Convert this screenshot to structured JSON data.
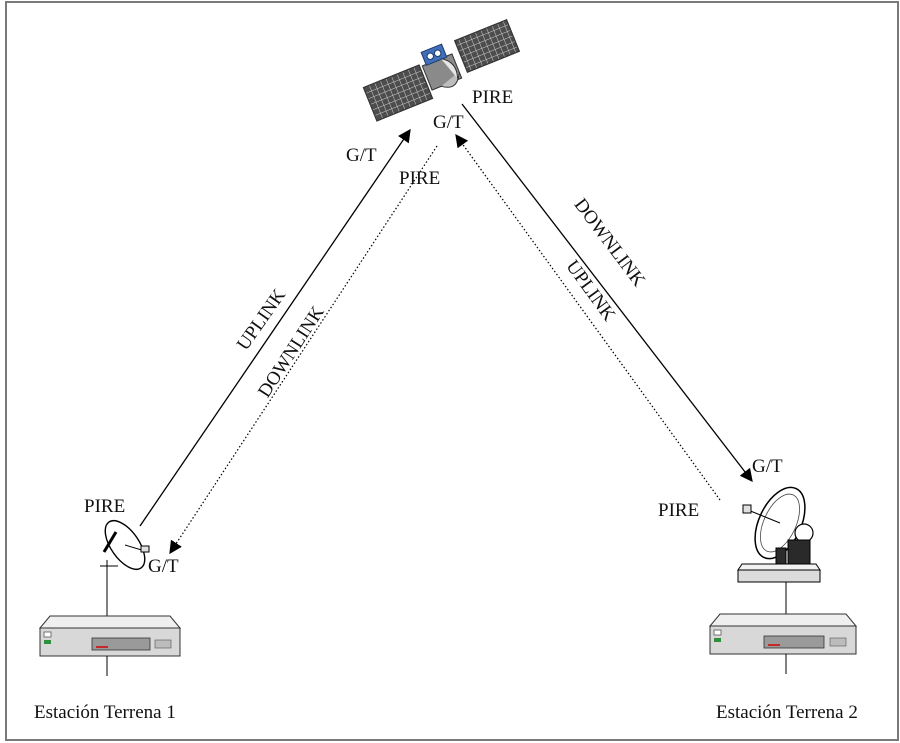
{
  "labels": {
    "satellite_pire": "PIRE",
    "satellite_gt_right": "G/T",
    "satellite_gt_left": "G/T",
    "satellite_pire_left": "PIRE",
    "uplink_left": "UPLINK",
    "downlink_left": "DOWNLINK",
    "downlink_right": "DOWNLINK",
    "uplink_right": "UPLINK",
    "station1_pire": "PIRE",
    "station1_gt": "G/T",
    "station2_gt": "G/T",
    "station2_pire": "PIRE",
    "station1_name": "Estación Terrena 1",
    "station2_name": "Estación Terrena 2"
  },
  "colors": {
    "frame": "#7a7a7a",
    "solar_panel": "#5a5a5a",
    "equipment_body": "#d8d8d8",
    "led_green": "#2f8f3a",
    "led_red": "#c62828"
  }
}
